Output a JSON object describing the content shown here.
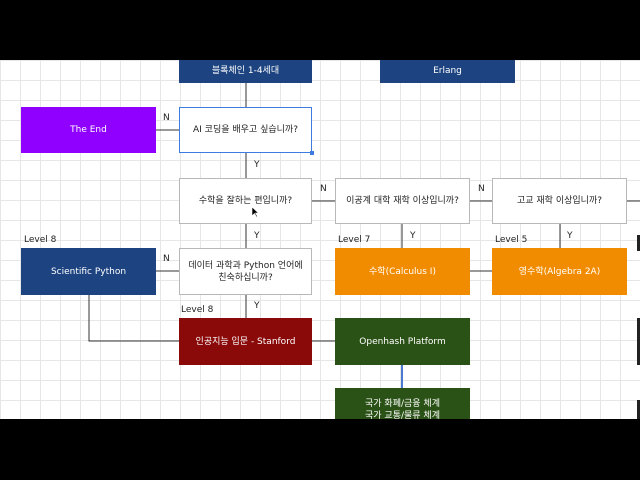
{
  "nodes": {
    "top_left": "블록체인 1-4세대",
    "top_right": "Erlang",
    "the_end": "The End",
    "q_ai": "AI 코딩을 배우고 싶습니까?",
    "q_math": "수학을 잘하는 편입니까?",
    "q_college": "이공계 대학 재학 이상입니까?",
    "q_highschool": "고교 재학 이상입니까?",
    "scientific_python": "Scientific Python",
    "q_python": "데이터 과학과 Python 언어에 친숙하십니까?",
    "calculus": "수학(Calculus I)",
    "algebra": "영수학(Algebra 2A)",
    "ai_stanford": "인공지능 입문 - Stanford",
    "openhash": "Openhash Platform",
    "national_line1": "국가 화폐/금융 체계",
    "national_line2": "국가 교통/물류 체계"
  },
  "levels": {
    "scientific_python": "Level 8",
    "calculus": "Level 7",
    "algebra": "Level 5",
    "ai_stanford": "Level 8"
  },
  "edge_labels": {
    "n": "N",
    "y": "Y"
  },
  "colors": {
    "navy": "#1d4480",
    "purple": "#8f00ff",
    "orange": "#f18c00",
    "maroon": "#8a0909",
    "green": "#2b5216",
    "selection": "#3d7be0"
  }
}
